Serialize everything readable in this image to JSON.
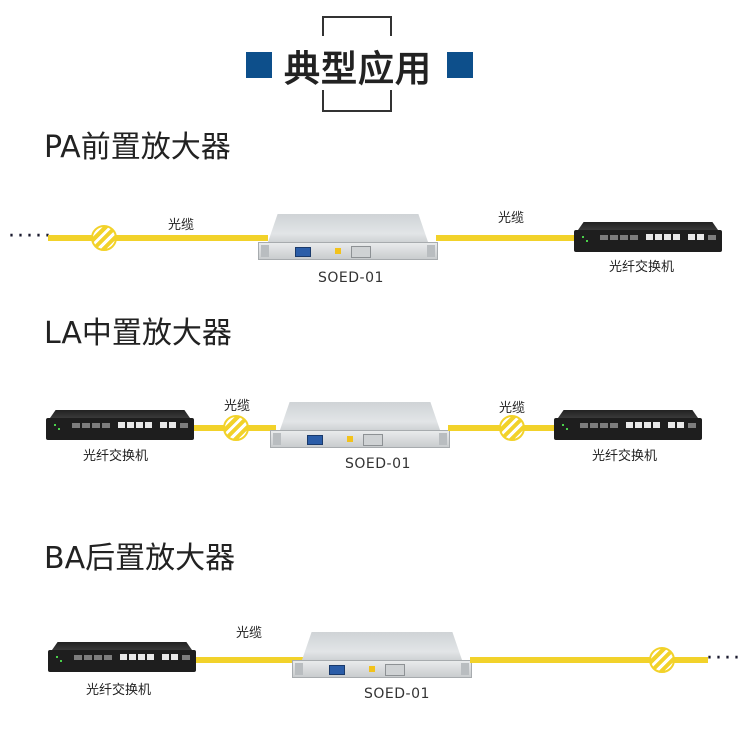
{
  "header": {
    "title": "典型应用"
  },
  "sections": [
    {
      "title": "PA前置放大器",
      "left_cable_label": "光缆",
      "right_cable_label": "光缆",
      "amplifier_label": "SOED-01",
      "switch_label": "光纤交换机"
    },
    {
      "title": "LA中置放大器",
      "left_cable_label": "光缆",
      "right_cable_label": "光缆",
      "amplifier_label": "SOED-01",
      "left_switch_label": "光纤交换机",
      "right_switch_label": "光纤交换机"
    },
    {
      "title": "BA后置放大器",
      "cable_label": "光缆",
      "amplifier_label": "SOED-01",
      "switch_label": "光纤交换机"
    }
  ],
  "colors": {
    "fiber": "#f2d22a",
    "accent_square": "#0d4f8b"
  }
}
